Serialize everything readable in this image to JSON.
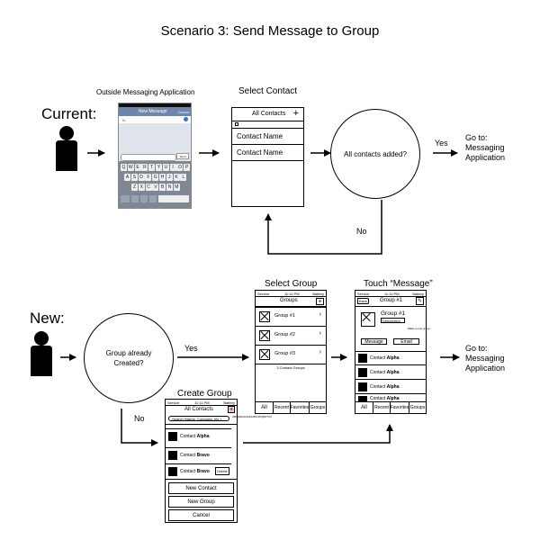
{
  "title": "Scenario 3: Send Message to Group",
  "current": {
    "label": "Current:",
    "phone_caption": "Outside Messaging Application",
    "phone": {
      "header": "New Message",
      "header_right": "Cancel",
      "to_label": "To:",
      "send": "Send",
      "key_rows": [
        [
          "Q",
          "W",
          "E",
          "R",
          "T",
          "Y",
          "U",
          "I",
          "O",
          "P"
        ],
        [
          "A",
          "S",
          "D",
          "F",
          "G",
          "H",
          "J",
          "K",
          "L"
        ],
        [
          "Z",
          "X",
          "C",
          "V",
          "B",
          "N",
          "M"
        ]
      ]
    },
    "select_contact": {
      "caption": "Select Contact",
      "header": "All Contacts",
      "plus": "+",
      "rows": [
        "Contact Name",
        "Contact Name"
      ]
    },
    "decision": "All contacts added?",
    "yes": "Yes",
    "no": "No",
    "goto": [
      "Go to:",
      "Messaging",
      "Application"
    ]
  },
  "new": {
    "label": "New:",
    "decision": [
      "Group already",
      "Created?"
    ],
    "yes": "Yes",
    "no": "No",
    "select_group": {
      "caption": "Select Group",
      "status": [
        "Service",
        "11:11 PM",
        "Battery"
      ],
      "header": "Groups",
      "plus": "+",
      "groups": [
        "Group #1",
        "Group #2",
        "Group #3"
      ],
      "count": "3 Contact Groups",
      "tabs": [
        "All",
        "Recent",
        "Favorites",
        "Groups"
      ]
    },
    "touch_message": {
      "caption": "Touch “Message”",
      "status": [
        "Service",
        "11:11 PM",
        "Battery"
      ],
      "back": "Back",
      "header": "Group #1",
      "group_name": "Group #1",
      "description": "Description",
      "note": "Make a new group",
      "message_button": "Message",
      "email_button": "Email",
      "contacts": [
        "Alpha",
        "Alpha",
        "Alpha",
        "Alpha"
      ],
      "contact_prefix": "Contact",
      "tabs": [
        "All",
        "Recent",
        "Favorites",
        "Groups"
      ]
    },
    "create_group": {
      "caption": "Create Group",
      "status": [
        "Service",
        "11:11 PM",
        "Battery"
      ],
      "header": "All Contacts",
      "plus": "+",
      "search": "Search (Name, Company, etc.)",
      "contact_prefix": "Contact",
      "contacts": [
        "Alpha",
        "Bravo",
        "Bravo"
      ],
      "delete": "Delete",
      "buttons": [
        "New Contact",
        "New Group",
        "Cancel"
      ]
    },
    "goto": [
      "Go to:",
      "Messaging",
      "Application"
    ]
  }
}
